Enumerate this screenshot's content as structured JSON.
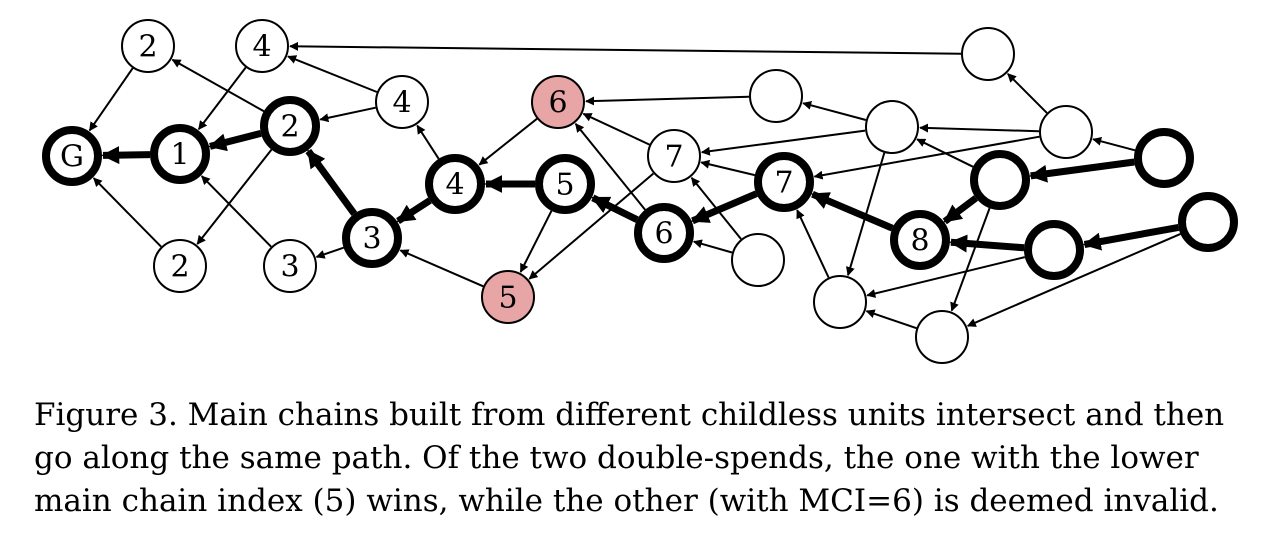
{
  "colors": {
    "stroke": "#000000",
    "node_fill": "#ffffff",
    "double_spend_fill": "#e8a5a5"
  },
  "units": [
    {
      "id": "G",
      "label": "G",
      "main_chain": true,
      "double_spend": false
    },
    {
      "id": "m1",
      "label": "1",
      "main_chain": true,
      "double_spend": false
    },
    {
      "id": "m2",
      "label": "2",
      "main_chain": true,
      "double_spend": false
    },
    {
      "id": "m3",
      "label": "3",
      "main_chain": true,
      "double_spend": false
    },
    {
      "id": "m4",
      "label": "4",
      "main_chain": true,
      "double_spend": false
    },
    {
      "id": "m5",
      "label": "5",
      "main_chain": true,
      "double_spend": false
    },
    {
      "id": "m6",
      "label": "6",
      "main_chain": true,
      "double_spend": false
    },
    {
      "id": "m7",
      "label": "7",
      "main_chain": true,
      "double_spend": false
    },
    {
      "id": "m8",
      "label": "8",
      "main_chain": true,
      "double_spend": false
    },
    {
      "id": "a2",
      "label": "2",
      "main_chain": false,
      "double_spend": false
    },
    {
      "id": "a4",
      "label": "4",
      "main_chain": false,
      "double_spend": false
    },
    {
      "id": "b2",
      "label": "2",
      "main_chain": false,
      "double_spend": false
    },
    {
      "id": "b3",
      "label": "3",
      "main_chain": false,
      "double_spend": false
    },
    {
      "id": "c4",
      "label": "4",
      "main_chain": false,
      "double_spend": false
    },
    {
      "id": "ds6",
      "label": "6",
      "main_chain": false,
      "double_spend": true
    },
    {
      "id": "ds5",
      "label": "5",
      "main_chain": false,
      "double_spend": true
    },
    {
      "id": "c7",
      "label": "7",
      "main_chain": false,
      "double_spend": false
    },
    {
      "id": "u1",
      "label": "",
      "main_chain": false,
      "double_spend": false
    },
    {
      "id": "u2",
      "label": "",
      "main_chain": false,
      "double_spend": false
    },
    {
      "id": "u3",
      "label": "",
      "main_chain": false,
      "double_spend": false
    },
    {
      "id": "u4",
      "label": "",
      "main_chain": false,
      "double_spend": false
    },
    {
      "id": "u5",
      "label": "",
      "main_chain": false,
      "double_spend": false
    },
    {
      "id": "u6",
      "label": "",
      "main_chain": false,
      "double_spend": false
    },
    {
      "id": "u7",
      "label": "",
      "main_chain": false,
      "double_spend": false
    },
    {
      "id": "t1",
      "label": "",
      "main_chain": true,
      "double_spend": false
    },
    {
      "id": "t2",
      "label": "",
      "main_chain": true,
      "double_spend": false
    },
    {
      "id": "t3",
      "label": "",
      "main_chain": true,
      "double_spend": false
    },
    {
      "id": "t4",
      "label": "",
      "main_chain": true,
      "double_spend": false
    }
  ],
  "links": [
    {
      "from": "m1",
      "to": "G",
      "main_chain": true
    },
    {
      "from": "m2",
      "to": "m1",
      "main_chain": true
    },
    {
      "from": "m3",
      "to": "m2",
      "main_chain": true
    },
    {
      "from": "m4",
      "to": "m3",
      "main_chain": true
    },
    {
      "from": "m5",
      "to": "m4",
      "main_chain": true
    },
    {
      "from": "m6",
      "to": "m5",
      "main_chain": true
    },
    {
      "from": "m7",
      "to": "m6",
      "main_chain": true
    },
    {
      "from": "m8",
      "to": "m7",
      "main_chain": true
    },
    {
      "from": "t2",
      "to": "m8",
      "main_chain": true
    },
    {
      "from": "t3",
      "to": "m8",
      "main_chain": true
    },
    {
      "from": "t1",
      "to": "t2",
      "main_chain": true
    },
    {
      "from": "t4",
      "to": "t3",
      "main_chain": true
    },
    {
      "from": "a2",
      "to": "G",
      "main_chain": false
    },
    {
      "from": "b2",
      "to": "G",
      "main_chain": false
    },
    {
      "from": "a4",
      "to": "m1",
      "main_chain": false
    },
    {
      "from": "m2",
      "to": "a2",
      "main_chain": false
    },
    {
      "from": "m2",
      "to": "b2",
      "main_chain": false
    },
    {
      "from": "b3",
      "to": "m1",
      "main_chain": false
    },
    {
      "from": "m3",
      "to": "b3",
      "main_chain": false
    },
    {
      "from": "c4",
      "to": "m2",
      "main_chain": false
    },
    {
      "from": "c4",
      "to": "a4",
      "main_chain": false
    },
    {
      "from": "m4",
      "to": "c4",
      "main_chain": false
    },
    {
      "from": "ds6",
      "to": "m4",
      "main_chain": false
    },
    {
      "from": "ds5",
      "to": "m3",
      "main_chain": false
    },
    {
      "from": "m5",
      "to": "ds5",
      "main_chain": false
    },
    {
      "from": "m6",
      "to": "ds6",
      "main_chain": false
    },
    {
      "from": "c7",
      "to": "ds6",
      "main_chain": false
    },
    {
      "from": "c7",
      "to": "ds5",
      "main_chain": false
    },
    {
      "from": "u1",
      "to": "a4",
      "main_chain": false
    },
    {
      "from": "u2",
      "to": "ds6",
      "main_chain": false
    },
    {
      "from": "u3",
      "to": "u2",
      "main_chain": false
    },
    {
      "from": "u3",
      "to": "c7",
      "main_chain": false
    },
    {
      "from": "u3",
      "to": "u6",
      "main_chain": false
    },
    {
      "from": "u4",
      "to": "u1",
      "main_chain": false
    },
    {
      "from": "u4",
      "to": "u3",
      "main_chain": false
    },
    {
      "from": "u4",
      "to": "m7",
      "main_chain": false
    },
    {
      "from": "m7",
      "to": "c7",
      "main_chain": false
    },
    {
      "from": "u5",
      "to": "m6",
      "main_chain": false
    },
    {
      "from": "u5",
      "to": "c7",
      "main_chain": false
    },
    {
      "from": "u6",
      "to": "m7",
      "main_chain": false
    },
    {
      "from": "u7",
      "to": "u6",
      "main_chain": false
    },
    {
      "from": "t1",
      "to": "u4",
      "main_chain": false
    },
    {
      "from": "t2",
      "to": "u3",
      "main_chain": false
    },
    {
      "from": "t2",
      "to": "u7",
      "main_chain": false
    },
    {
      "from": "t3",
      "to": "u6",
      "main_chain": false
    },
    {
      "from": "t4",
      "to": "u7",
      "main_chain": false
    }
  ],
  "caption": "Figure 3. Main chains built from different childless units intersect and then go along the same path.  Of the two double-spends, the one with the lower main chain index (5) wins, while the other (with MCI=6) is deemed invalid."
}
